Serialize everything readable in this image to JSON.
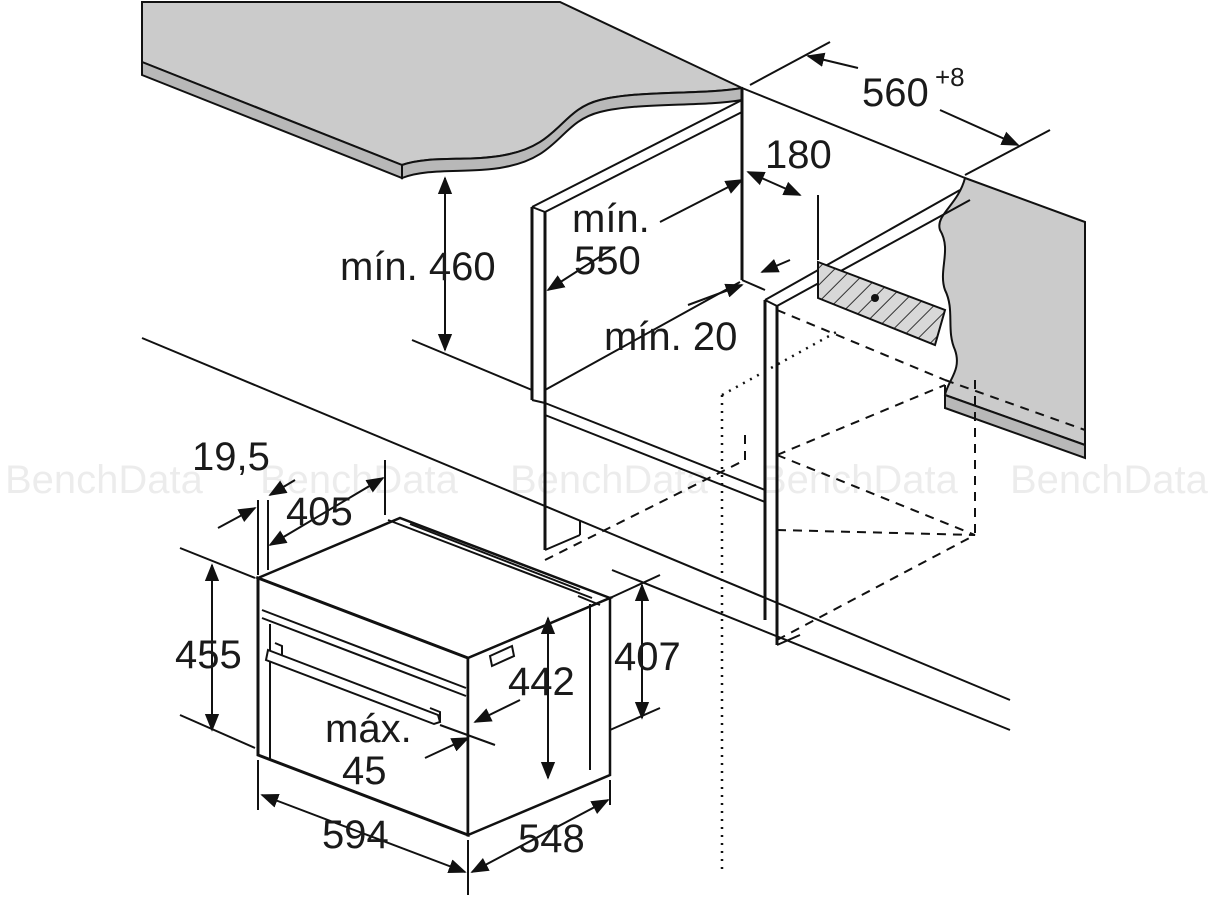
{
  "dimensions": {
    "min_460": "mín. 460",
    "min_550_line1": "mín.",
    "min_550_line2": "550",
    "w_560": "560",
    "w_560_sup": "+8",
    "d_180": "180",
    "min_20": "mín. 20",
    "d_19_5": "19,5",
    "d_405": "405",
    "h_455": "455",
    "h_442": "442",
    "h_407": "407",
    "max_45_line1": "máx.",
    "max_45_line2": "45",
    "w_594": "594",
    "d_548": "548"
  },
  "watermarks": [
    "BenchData",
    "BenchData",
    "BenchData",
    "BenchData",
    "BenchData"
  ],
  "colors": {
    "countertop_top": "#c9c9c9",
    "countertop_edge": "#b5b5b5",
    "line": "#111111",
    "background": "#ffffff"
  }
}
